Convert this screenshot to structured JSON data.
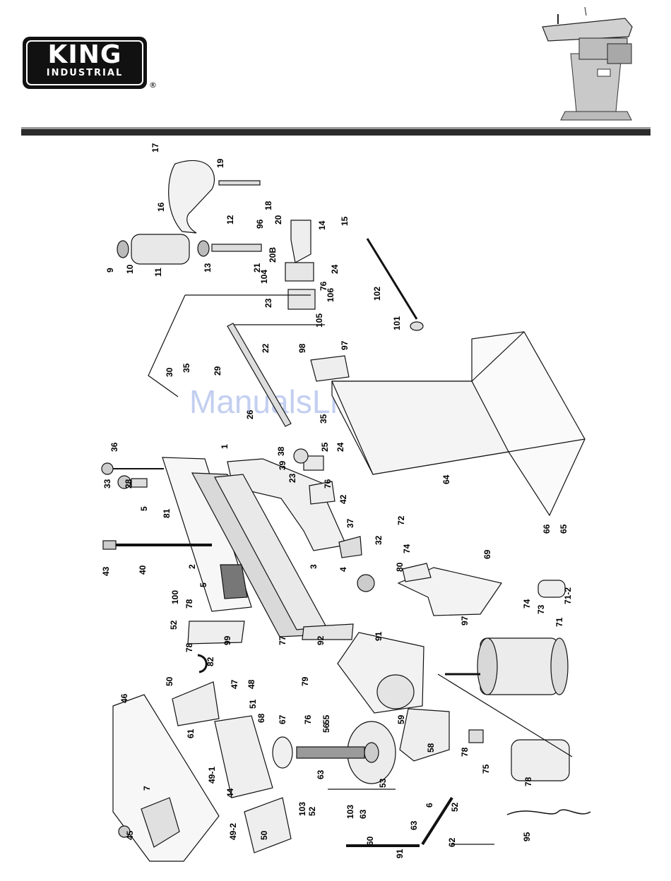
{
  "brand": {
    "name": "KING",
    "tagline": "INDUSTRIAL",
    "registered": "®"
  },
  "watermark": "ManualsLib.com",
  "part_labels": [
    "17",
    "19",
    "16",
    "18",
    "20",
    "12",
    "96",
    "14",
    "15",
    "9",
    "10",
    "11",
    "13",
    "21",
    "20B",
    "104",
    "24",
    "76",
    "23",
    "106",
    "105",
    "102",
    "101",
    "22",
    "98",
    "97",
    "30",
    "35",
    "29",
    "26",
    "35",
    "1",
    "38",
    "39",
    "25",
    "24",
    "36",
    "23",
    "76",
    "42",
    "64",
    "33",
    "28",
    "5",
    "81",
    "37",
    "72",
    "32",
    "74",
    "43",
    "40",
    "2",
    "3",
    "4",
    "80",
    "69",
    "66",
    "65",
    "5",
    "100",
    "78",
    "97",
    "74",
    "73",
    "71-2",
    "91",
    "52",
    "99",
    "77",
    "92",
    "71",
    "78",
    "82",
    "79",
    "46",
    "50",
    "47",
    "48",
    "51",
    "68",
    "67",
    "76",
    "55",
    "56",
    "59",
    "61",
    "49-1",
    "63",
    "53",
    "58",
    "78",
    "75",
    "7",
    "44",
    "103",
    "78",
    "6",
    "63",
    "52",
    "45",
    "49-2",
    "50",
    "103",
    "63",
    "60",
    "62",
    "95",
    "91",
    "52"
  ]
}
